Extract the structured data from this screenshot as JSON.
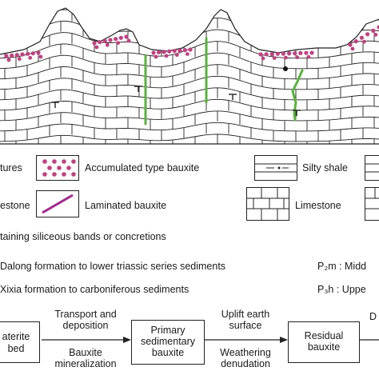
{
  "legend": {
    "row1": {
      "fractures_text": "tures",
      "accumulated_bauxite": "Accumulated type bauxite",
      "silty_shale": "Silty shale"
    },
    "row2": {
      "limestone_left": "estone",
      "laminated_bauxite": "Laminated bauxite",
      "limestone": "Limestone"
    },
    "siliceous_note": "taining siliceous bands or concretions",
    "formations": {
      "dalong": "Dalong formation to lower triassic series sediments",
      "p2m": "P₂m : Midd",
      "qixia": "Xixia formation to carboniferous sediments",
      "p3h": "P₃h : Uppe"
    }
  },
  "flow": {
    "box1_line1": "aterite",
    "box1_line2": "bed",
    "arrow1_top": "Transport and\ndeposition",
    "arrow1_bottom": "Bauxite\nmineralization",
    "box2": "Primary\nsedimentary\nbauxite",
    "arrow2_top": "Uplift earth\nsurface",
    "arrow2_bottom": "Weathering\ndenudation",
    "box3": "Residual\nbauxite",
    "cut_text": "D"
  },
  "colors": {
    "bauxite_pink": "#c2417e",
    "laminated_purple": "#a2298c",
    "fracture_green": "#58b33c",
    "line": "#222222"
  }
}
